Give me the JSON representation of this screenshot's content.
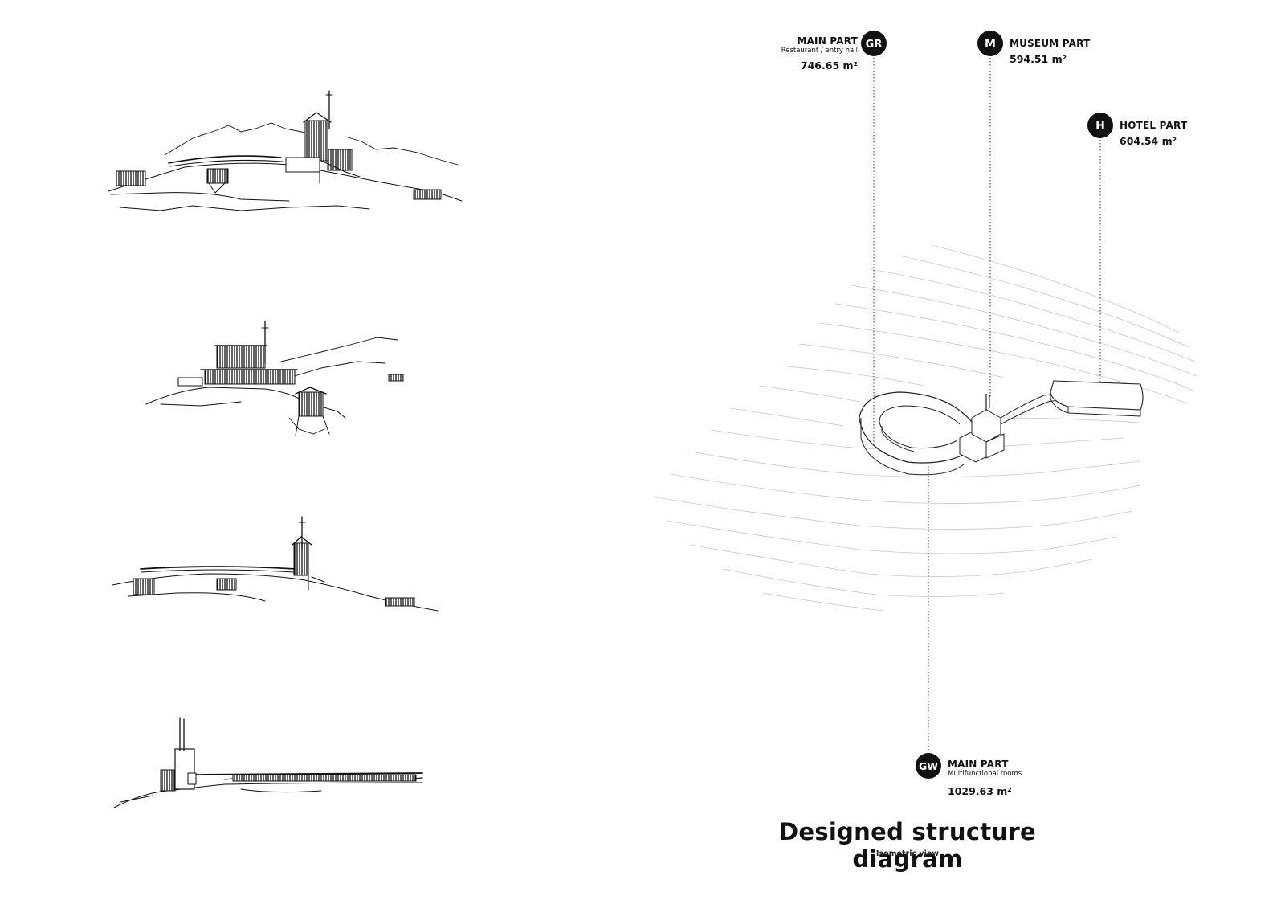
{
  "diagram": {
    "title": "Designed structure diagram",
    "subtitle": "Isometric view",
    "parts": [
      {
        "badge": "GR",
        "name": "MAIN PART",
        "description": "Restaurant / entry hall",
        "area": "746.65 m²"
      },
      {
        "badge": "M",
        "name": "MUSEUM PART",
        "description": "",
        "area": "594.51 m²"
      },
      {
        "badge": "H",
        "name": "HOTEL PART",
        "description": "",
        "area": "604.54 m²"
      },
      {
        "badge": "GW",
        "name": "MAIN PART",
        "description": "Multifunctional rooms",
        "area": "1029.63 m²"
      }
    ]
  },
  "colors": {
    "ink": "#111111",
    "contour": "#c8c8c8",
    "background": "#ffffff"
  }
}
